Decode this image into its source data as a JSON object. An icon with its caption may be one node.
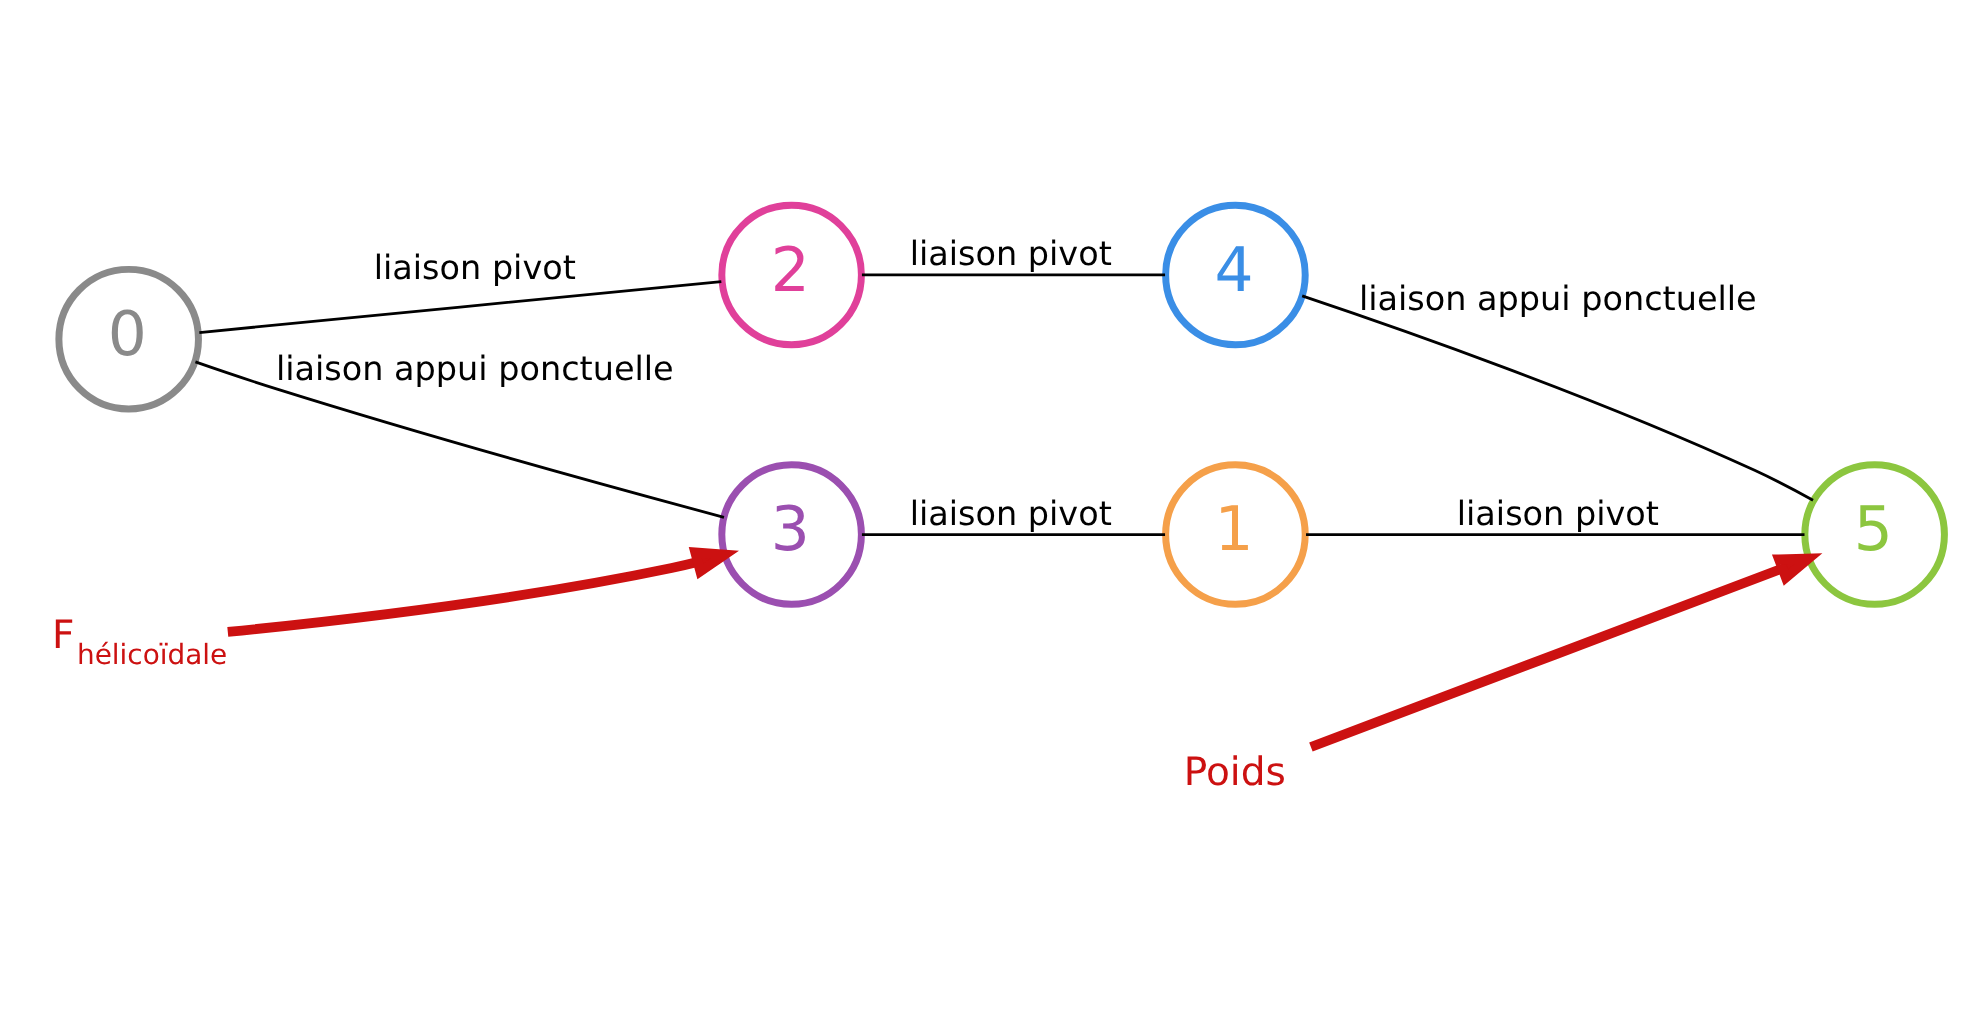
{
  "diagram": {
    "nodes": [
      {
        "text": [
          "0"
        ]
      },
      {
        "text": [
          "2"
        ]
      },
      {
        "text": [
          "4"
        ]
      },
      {
        "text": [
          "5"
        ]
      },
      {
        "text": [
          "1"
        ]
      },
      {
        "text": [
          "3"
        ]
      },
      {
        "text": [
          "F$_{hélicoïdale}$"
        ]
      },
      {
        "text": [
          "Poids"
        ]
      }
    ],
    "edges": [
      {
        "from": 0,
        "to": 1,
        "arrow": "none",
        "label": "liaison pivot"
      },
      {
        "from": 1,
        "to": 2,
        "arrow": "none",
        "label": "liaison pivot"
      },
      {
        "from": 2,
        "to": 3,
        "arrow": "none",
        "label": "liaison appui ponctuelle"
      },
      {
        "from": 3,
        "to": 4,
        "arrow": "none",
        "label": "liaison pivot"
      },
      {
        "from": 4,
        "to": 5,
        "arrow": "none",
        "label": "liaison pivot"
      },
      {
        "from": 5,
        "to": 0,
        "arrow": "none",
        "label": "liaison appui ponctuelle"
      },
      {
        "from": 6,
        "to": 5,
        "arrow": "to",
        "style": "thick",
        "color": "#cc1111"
      },
      {
        "from": 7,
        "to": 3,
        "arrow": "to",
        "style": "thick",
        "color": "#cc1111"
      }
    ]
  }
}
